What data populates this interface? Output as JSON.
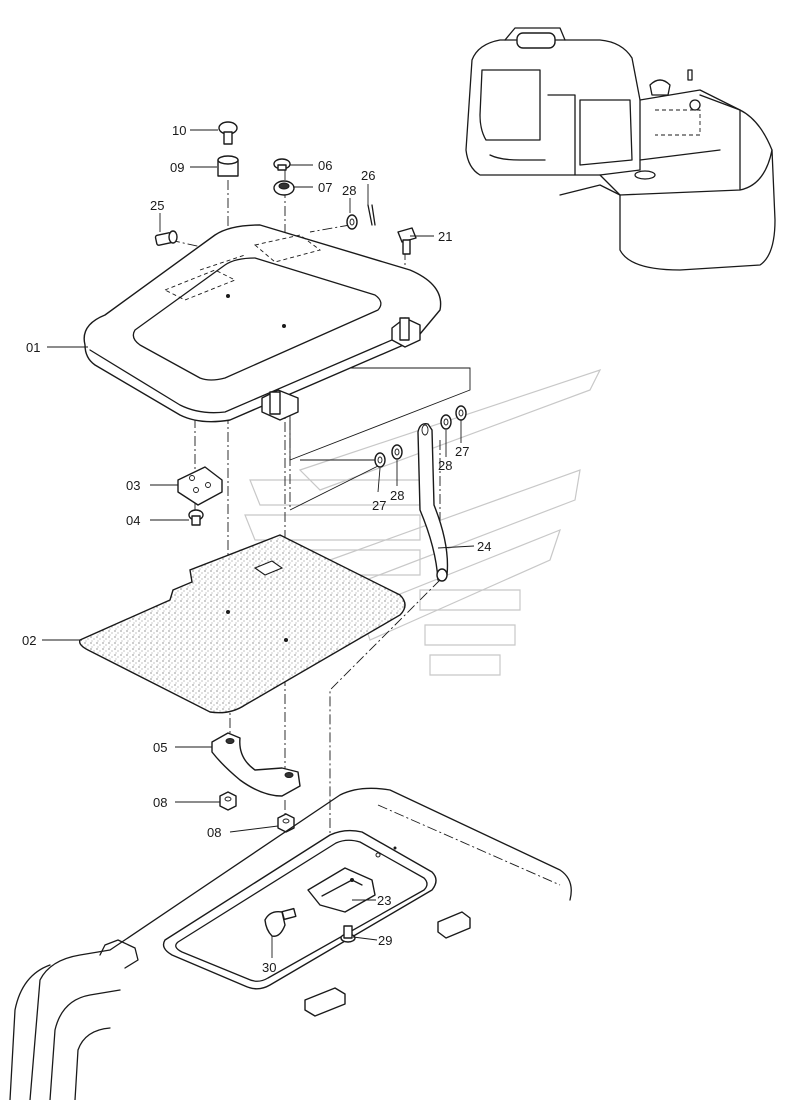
{
  "parts": [
    {
      "id": "p01",
      "label": "01"
    },
    {
      "id": "p02",
      "label": "02"
    },
    {
      "id": "p03",
      "label": "03"
    },
    {
      "id": "p04",
      "label": "04"
    },
    {
      "id": "p05",
      "label": "05"
    },
    {
      "id": "p06",
      "label": "06"
    },
    {
      "id": "p07",
      "label": "07"
    },
    {
      "id": "p08a",
      "label": "08"
    },
    {
      "id": "p08b",
      "label": "08"
    },
    {
      "id": "p09",
      "label": "09"
    },
    {
      "id": "p10",
      "label": "10"
    },
    {
      "id": "p21",
      "label": "21"
    },
    {
      "id": "p23",
      "label": "23"
    },
    {
      "id": "p24",
      "label": "24"
    },
    {
      "id": "p25",
      "label": "25"
    },
    {
      "id": "p26",
      "label": "26"
    },
    {
      "id": "p27a",
      "label": "27"
    },
    {
      "id": "p27b",
      "label": "27"
    },
    {
      "id": "p28a",
      "label": "28"
    },
    {
      "id": "p28b",
      "label": "28"
    },
    {
      "id": "p28c",
      "label": "28"
    },
    {
      "id": "p29",
      "label": "29"
    },
    {
      "id": "p30",
      "label": "30"
    }
  ]
}
